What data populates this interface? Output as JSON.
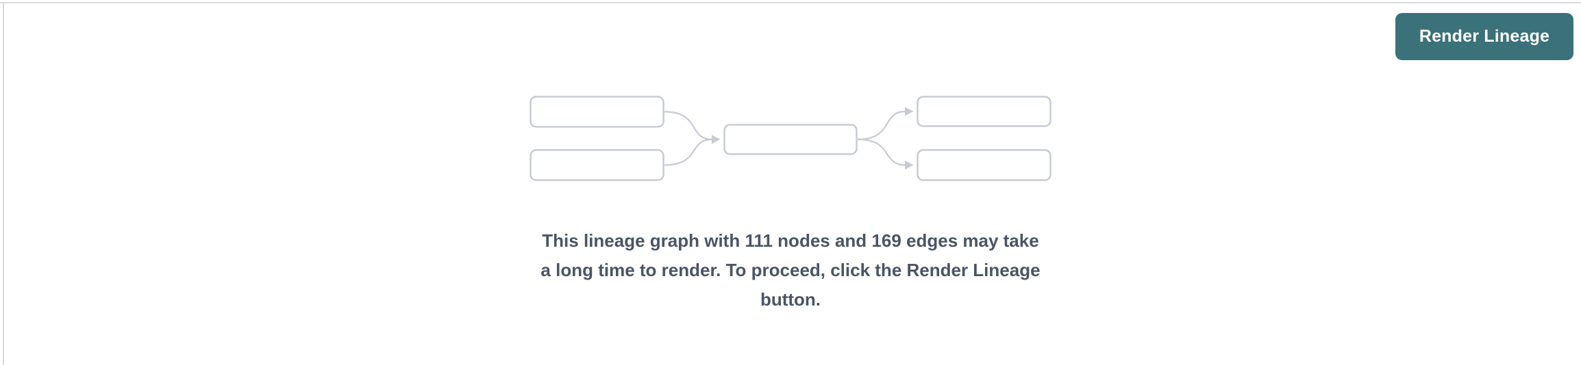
{
  "toolbar": {
    "render_lineage_label": "Render Lineage"
  },
  "message": {
    "lines": [
      "This lineage graph with 111 nodes and 169 edges may take",
      "a long time to render. To proceed, click the Render Lineage",
      "button."
    ],
    "node_count": 111,
    "edge_count": 169
  },
  "placeholder_graph": {
    "icon": "lineage-graph-placeholder",
    "node_boxes": 5,
    "edge_arrows": 4
  },
  "colors": {
    "accent_teal": "#3b7179",
    "button_text": "#ffffff",
    "node_border": "#c7cbd4",
    "edge_stroke": "#c7cbd4",
    "message_text": "#4a5565",
    "panel_border": "#d9dadd",
    "background": "#ffffff"
  }
}
